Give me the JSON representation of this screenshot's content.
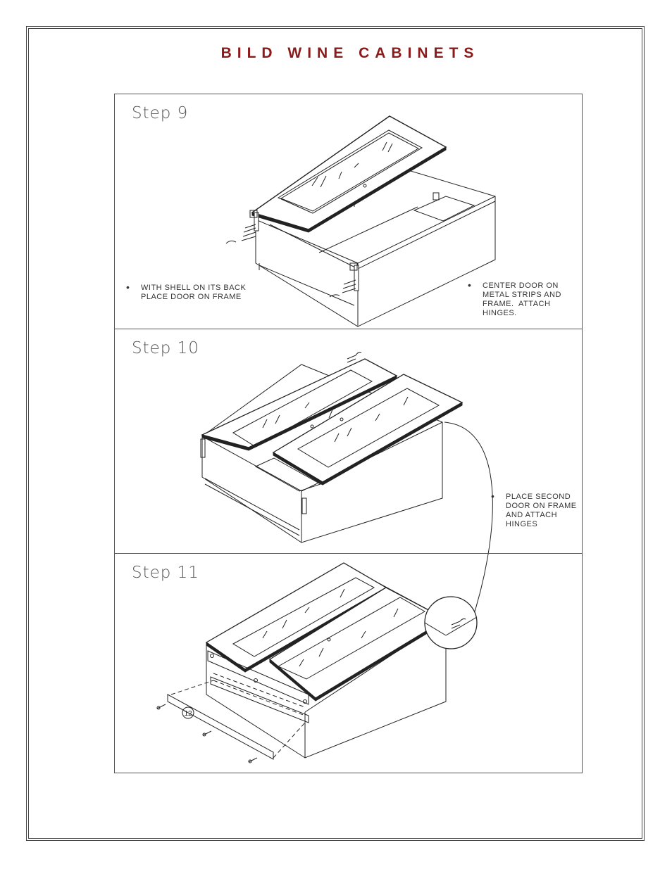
{
  "header": {
    "title": "BILD WINE CABINETS"
  },
  "steps": [
    {
      "label": "Step 9",
      "notes": [
        {
          "text": "WITH SHELL ON ITS BACK\nPLACE DOOR ON FRAME"
        },
        {
          "text": "CENTER DOOR ON\nMETAL STRIPS AND\nFRAME.  ATTACH\nHINGES."
        }
      ]
    },
    {
      "label": "Step 10",
      "notes": [
        {
          "text": "PLACE SECOND\nDOOR ON FRAME\nAND ATTACH\nHINGES"
        }
      ]
    },
    {
      "label": "Step 11",
      "callout": "12"
    }
  ],
  "bullet": "•"
}
